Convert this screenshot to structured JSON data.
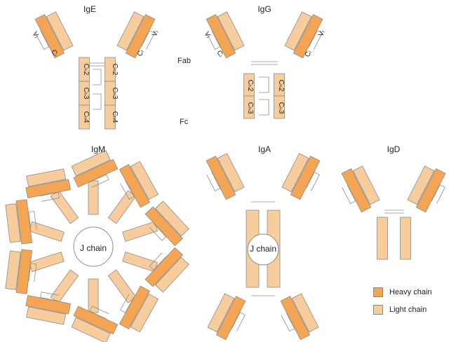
{
  "colors": {
    "heavy": "#f3a553",
    "light": "#f8cd9d",
    "outline": "#8c8c8c",
    "link": "#bfbfbf"
  },
  "labels": {
    "ige": "IgE",
    "igg": "IgG",
    "igm": "IgM",
    "iga": "IgA",
    "igd": "IgD",
    "fab": "Fab",
    "fc": "Fc",
    "j_chain_igm": "J chain",
    "j_chain_iga": "J chain",
    "vl": "Vₗ",
    "cl": "Cₗ",
    "ch2": "Cₕ2",
    "ch3": "Cₕ3",
    "ch4": "Cₕ4"
  },
  "legend": {
    "heavy_label": "Heavy chain",
    "heavy_color": "#f3a553",
    "light_label": "Light chain",
    "light_color": "#f8cd9d"
  }
}
